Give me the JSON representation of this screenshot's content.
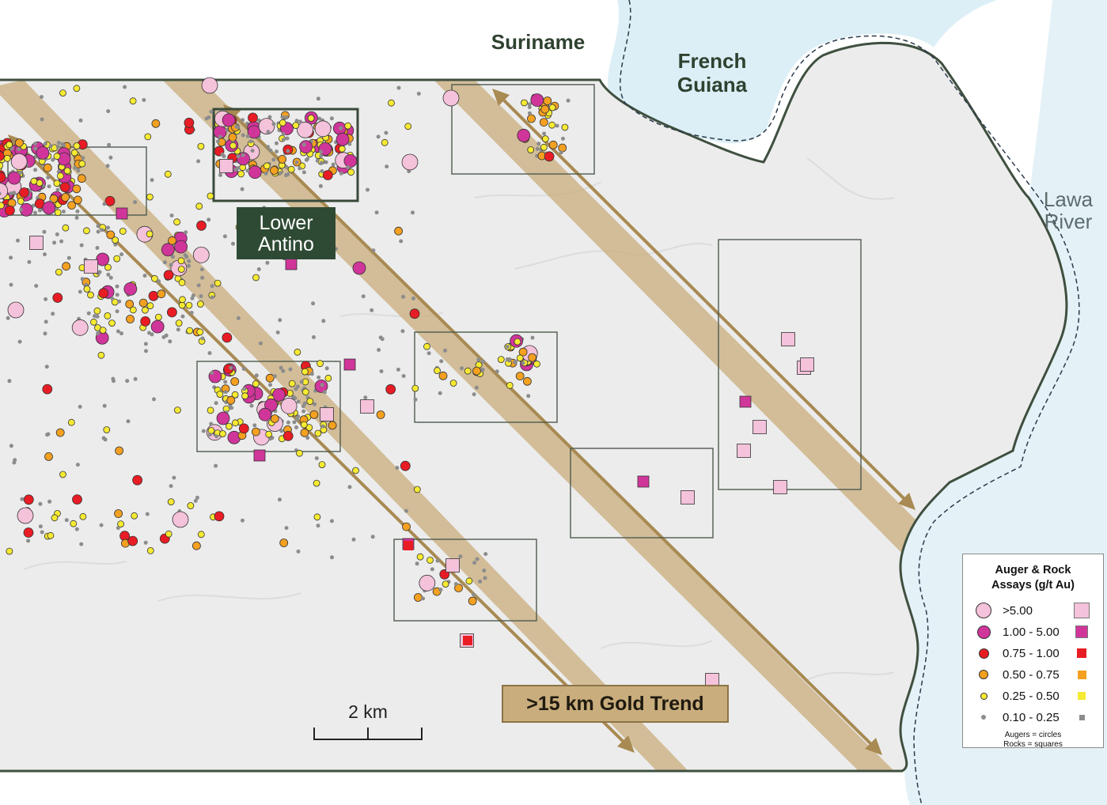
{
  "labels": {
    "suriname": "Suriname",
    "french_guiana_line1": "French",
    "french_guiana_line2": "Guiana",
    "lawa_line1": "Lawa",
    "lawa_line2": "River",
    "lower_antino_line1": "Lower",
    "lower_antino_line2": "Antino",
    "gold_trend": ">15 km Gold Trend",
    "scale": "2 km"
  },
  "legend": {
    "title_line1": "Auger & Rock",
    "title_line2": "Assays (g/t Au)",
    "rows": [
      {
        "label": ">5.00",
        "color": "#f4c2da"
      },
      {
        "label": "1.00 - 5.00",
        "color": "#d0359a"
      },
      {
        "label": "0.75 - 1.00",
        "color": "#e81c24"
      },
      {
        "label": "0.50 - 0.75",
        "color": "#f4a020"
      },
      {
        "label": "0.25 - 0.50",
        "color": "#f6ea32"
      },
      {
        "label": "0.10 - 0.25",
        "color": "#8c8c8c"
      }
    ],
    "note_line1": "Augers = circles",
    "note_line2": "Rocks = squares"
  },
  "colors": {
    "land": "#ececec",
    "boundary": "#3f4f3f",
    "water": "#d9ecf4",
    "trend_band": "#c9ad7c",
    "trend_arrow": "#b89a62",
    "box_outline": "#4f5a4f"
  }
}
